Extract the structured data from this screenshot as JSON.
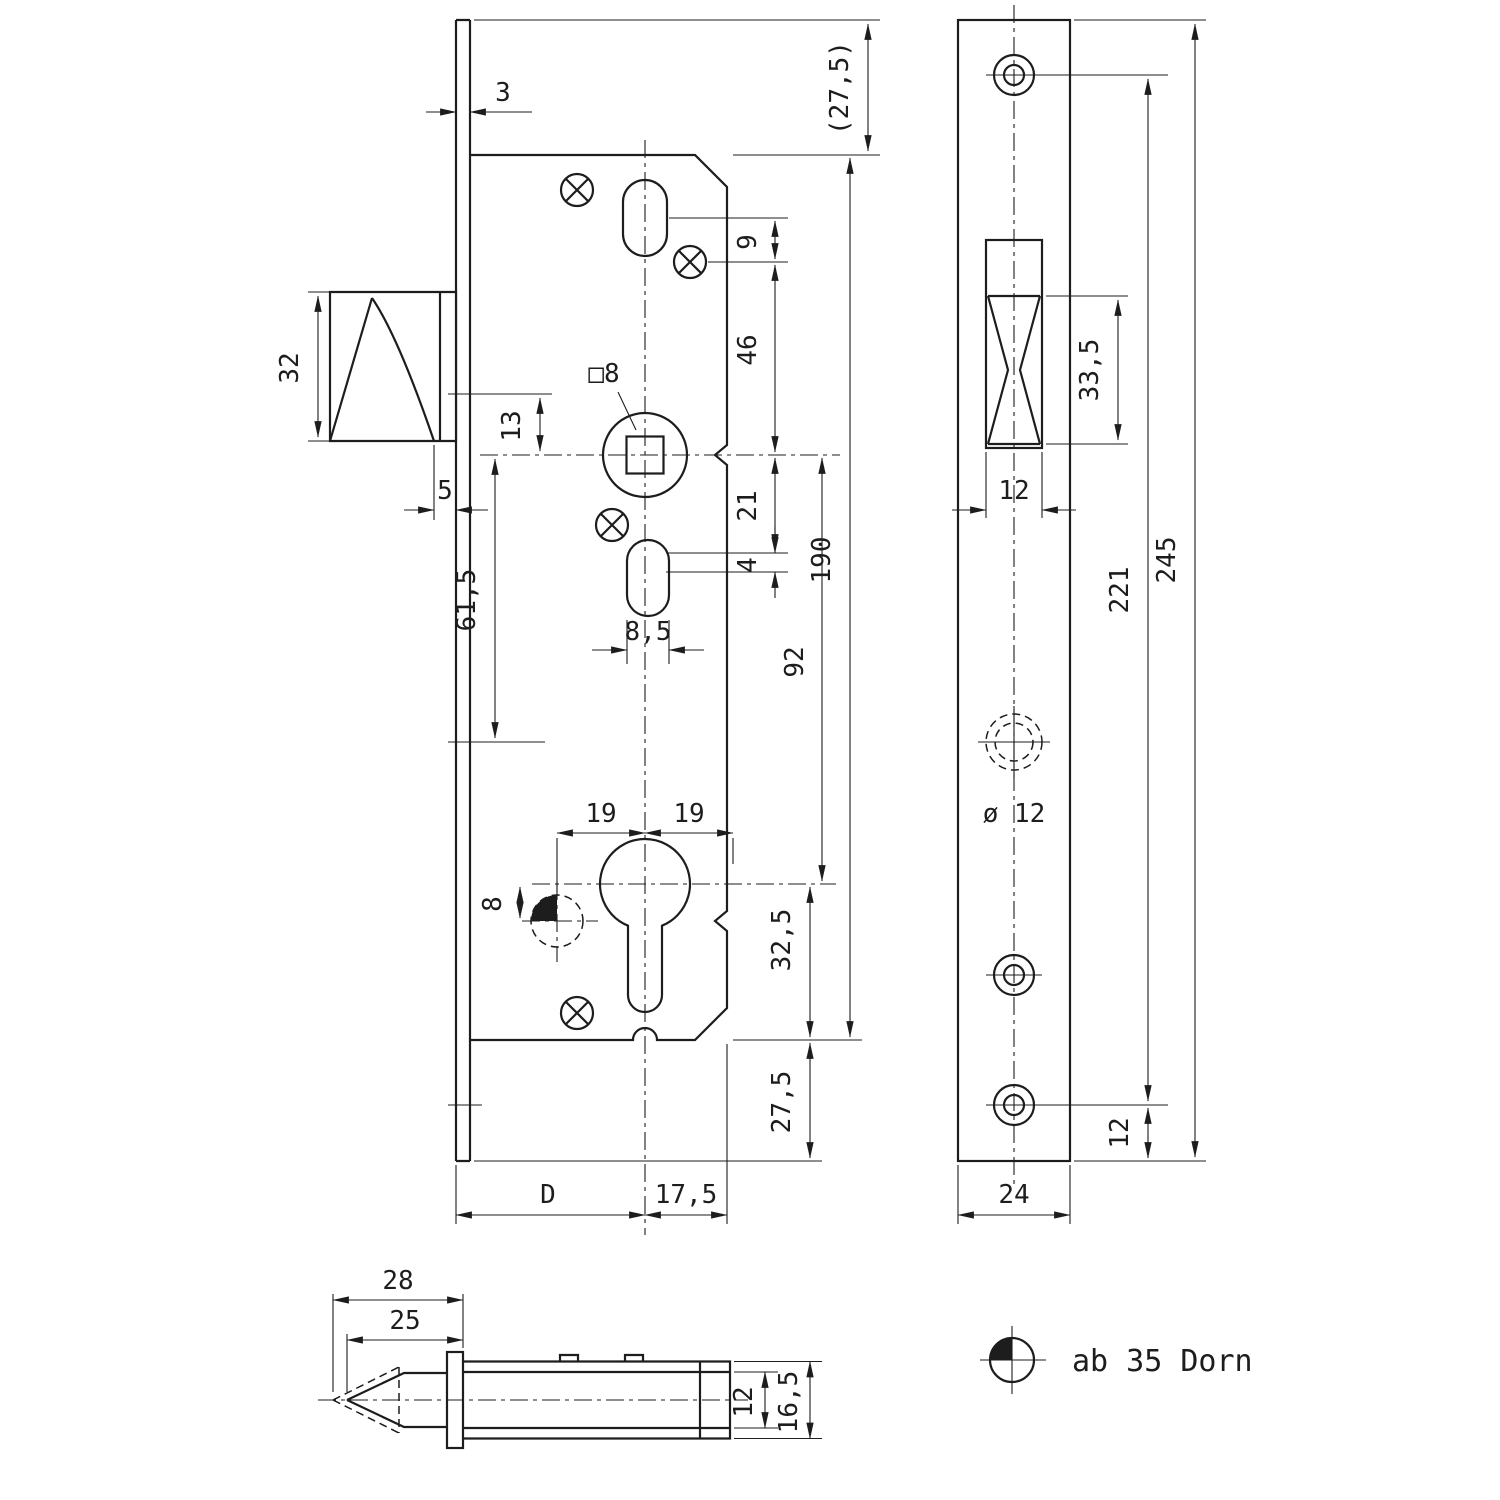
{
  "meta": {
    "type": "technical-drawing",
    "subject": "narrow-stile mortise lock with faceplate and roller pin detail"
  },
  "colors": {
    "background": "#ffffff",
    "line": "#1d1d1d"
  },
  "lock_front_view": {
    "t3": "3",
    "t27_5_top": "(27,5)",
    "t32": "32",
    "t13": "13",
    "t5": "5",
    "t61_5": "61,5",
    "square8": "□8",
    "t9": "9",
    "t46": "46",
    "t21": "21",
    "t4": "4",
    "t8_5": "8,5",
    "t92": "92",
    "t190": "190",
    "t19_left": "19",
    "t19_right": "19",
    "t8": "8",
    "t32_5": "32,5",
    "t27_5_bottom": "27,5",
    "tD": "D",
    "t17_5": "17,5"
  },
  "faceplate_view": {
    "t33_5": "33,5",
    "t12_cutout": "12",
    "t_dia12": "ø 12",
    "t221": "221",
    "t245": "245",
    "t12_offset": "12",
    "t24": "24"
  },
  "pin_detail_view": {
    "t28": "28",
    "t25": "25",
    "t12": "12",
    "t16_5": "16,5"
  },
  "legend": {
    "note": "ab 35 Dorn"
  }
}
